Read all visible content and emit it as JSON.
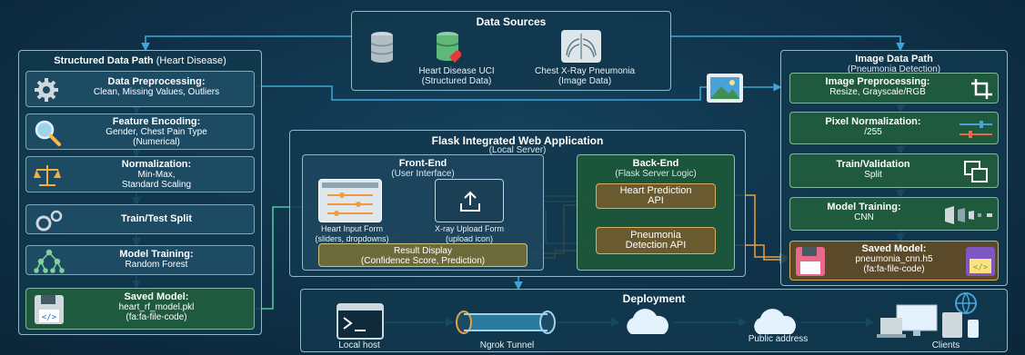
{
  "data_sources": {
    "title": "Data Sources",
    "heart_label": "Heart Disease UCI",
    "heart_sub": "(Structured Data)",
    "xray_label": "Chest X-Ray Pneumonia",
    "xray_sub": "(Image Data)"
  },
  "structured": {
    "title": "Structured Data Path",
    "title_suffix": "(Heart Disease)",
    "steps": [
      {
        "title": "Data Preprocessing:",
        "text": "Clean, Missing Values, Outliers"
      },
      {
        "title": "Feature Encoding:",
        "text": "Gender, Chest Pain Type",
        "text2": "(Numerical)"
      },
      {
        "title": "Normalization:",
        "text": "Min-Max,",
        "text2": "Standard Scaling"
      },
      {
        "title": "Train/Test Split",
        "text": ""
      },
      {
        "title": "Model Training:",
        "text": "Random Forest"
      },
      {
        "title": "Saved Model:",
        "text": "heart_rf_model.pkl",
        "text2": "(fa:fa-file-code)"
      }
    ]
  },
  "flask": {
    "title": "Flask Integrated Web Application",
    "sub": "(Local Server)",
    "frontend_title": "Front-End",
    "frontend_sub": "(User Interface)",
    "heart_form": "Heart Input Form",
    "heart_form_sub": "(sliders, dropdowns)",
    "xray_form": "X-ray Upload Form",
    "xray_form_sub": "(upload icon)",
    "result_title": "Result Display",
    "result_sub": "(Confidence Score, Prediction)",
    "backend_title": "Back-End",
    "backend_sub": "(Flask Server Logic)",
    "heart_api": "Heart Prediction",
    "heart_api_2": "API",
    "pneu_api": "Pneumonia",
    "pneu_api_2": "Detection API"
  },
  "image": {
    "title": "Image Data Path",
    "sub": "(Pneumonia Detection)",
    "steps": [
      {
        "title": "Image Preprocessing:",
        "text": "Resize, Grayscale/RGB"
      },
      {
        "title": "Pixel Normalization:",
        "text": "/255"
      },
      {
        "title": "Train/Validation",
        "text": "Split"
      },
      {
        "title": "Model Training:",
        "text": "CNN"
      },
      {
        "title": "Saved Model:",
        "text": "pneumonia_cnn.h5",
        "text2": "(fa:fa-file-code)"
      }
    ]
  },
  "deployment": {
    "title": "Deployment",
    "local": "Local host",
    "tunnel": "Ngrok Tunnel",
    "public": "Public address",
    "clients": "Clients"
  },
  "icons": {
    "gear": "gear-icon",
    "magnifier": "magnifier-icon",
    "scale": "scale-icon",
    "gears": "gears-icon",
    "tree": "tree-icon",
    "floppy": "floppy-icon",
    "database": "database-icon",
    "heart-db": "heart-database-icon",
    "xray": "xray-icon",
    "image": "image-icon",
    "crop": "crop-icon",
    "sliders": "sliders-icon",
    "split": "split-icon",
    "layers": "layers-icon",
    "terminal": "terminal-icon",
    "tunnel": "tunnel-icon",
    "cloud": "cloud-icon",
    "globe": "globe-icon",
    "devices": "devices-icon"
  },
  "colors": {
    "arrow_blue": "#3aa7d6",
    "arrow_orange": "#e8a040",
    "arrow_green": "#4fc79a"
  }
}
